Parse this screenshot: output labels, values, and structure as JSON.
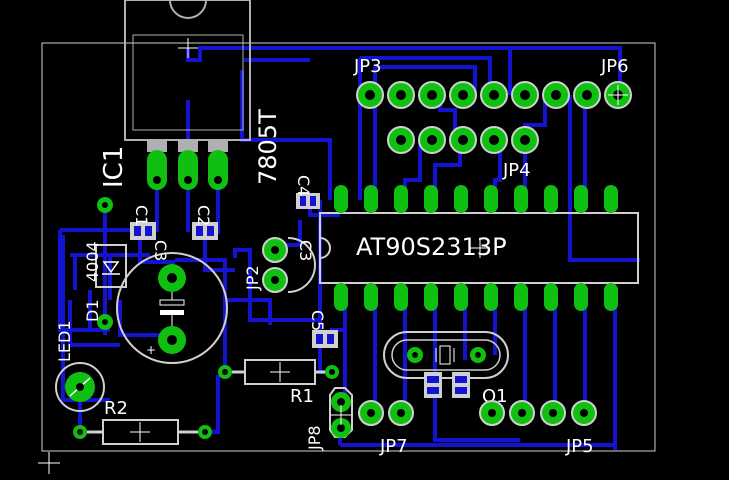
{
  "labels": {
    "ic1_name": "IC1",
    "ic1_value": "7805T",
    "mcu_value": "AT90S2313P",
    "jp3": "JP3",
    "jp4": "JP4",
    "jp6": "JP6",
    "jp2": "JP2",
    "jp5": "JP5",
    "jp7": "JP7",
    "jp8": "JP8",
    "r1": "R1",
    "r2": "R2",
    "c1": "C1",
    "c2": "C2",
    "c3": "C3",
    "c4": "C4",
    "c5": "C5",
    "d1": "D1",
    "d1_value": "4004",
    "led1": "LED1",
    "q1": "Q1"
  },
  "colors": {
    "background": "#000000",
    "trace": "#1414d0",
    "pad": "#10c010",
    "silkscreen": "#ffffff",
    "board_outline": "#d0d0d0",
    "component_outline": "#b0b0b0"
  }
}
